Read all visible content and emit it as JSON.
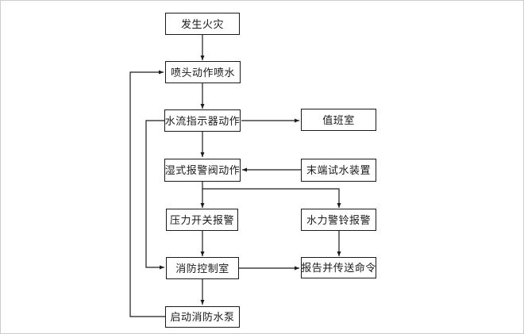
{
  "palette": {
    "background": "#ffffff",
    "line_color": "#1a1a1a",
    "box_border_color": "#1a1a1a",
    "text_color": "#1a1a1a",
    "frame_border_color": "#cccccc"
  },
  "flowchart": {
    "nodes": [
      {
        "id": "fire-occurs",
        "label": "发生火灾"
      },
      {
        "id": "sprinkler-head-sprays",
        "label": "喷头动作喷水"
      },
      {
        "id": "water-flow-indicator-acts",
        "label": "水流指示器动作"
      },
      {
        "id": "duty-room",
        "label": "值班室"
      },
      {
        "id": "wet-alarm-valve-acts",
        "label": "湿式报警阀动作"
      },
      {
        "id": "end-test-water-device",
        "label": "末端试水装置"
      },
      {
        "id": "pressure-switch-alarm",
        "label": "压力开关报警"
      },
      {
        "id": "hydraulic-alarm-bell",
        "label": "水力警铃报警"
      },
      {
        "id": "fire-control-room",
        "label": "消防控制室"
      },
      {
        "id": "report-and-transmit-command",
        "label": "报告并传送命令"
      },
      {
        "id": "start-fire-pump",
        "label": "启动消防水泵"
      }
    ],
    "edges": [
      {
        "from": "fire-occurs",
        "to": "sprinkler-head-sprays"
      },
      {
        "from": "sprinkler-head-sprays",
        "to": "water-flow-indicator-acts"
      },
      {
        "from": "water-flow-indicator-acts",
        "to": "duty-room"
      },
      {
        "from": "water-flow-indicator-acts",
        "to": "wet-alarm-valve-acts"
      },
      {
        "from": "end-test-water-device",
        "to": "wet-alarm-valve-acts"
      },
      {
        "from": "wet-alarm-valve-acts",
        "to": "pressure-switch-alarm"
      },
      {
        "from": "wet-alarm-valve-acts",
        "to": "hydraulic-alarm-bell"
      },
      {
        "from": "pressure-switch-alarm",
        "to": "fire-control-room"
      },
      {
        "from": "hydraulic-alarm-bell",
        "to": "report-and-transmit-command"
      },
      {
        "from": "fire-control-room",
        "to": "report-and-transmit-command"
      },
      {
        "from": "fire-control-room",
        "to": "start-fire-pump"
      },
      {
        "from": "water-flow-indicator-acts",
        "to": "fire-control-room"
      },
      {
        "from": "start-fire-pump",
        "to": "sprinkler-head-sprays"
      }
    ]
  }
}
